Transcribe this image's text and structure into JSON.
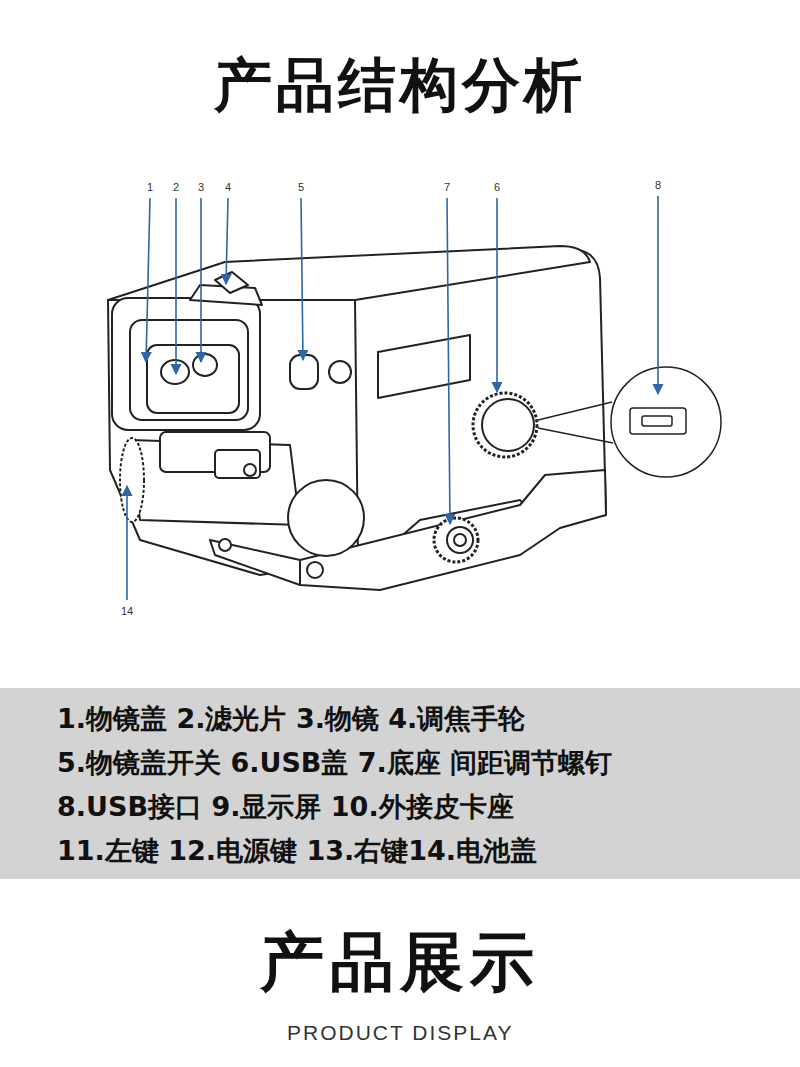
{
  "diagram": {
    "title": "产品结构分析",
    "nodes": [
      {
        "text": [
          "1.物镜盖 2.滤光片 3.物镜 4.调焦手轮",
          "5.物镜盖开关 6.USB盖 7.底座 间距调节螺钉",
          "8.USB接口 9.显示屏 10.外接皮卡座",
          "11.左键 12.电源键 13.右键14.电池盖"
        ]
      }
    ],
    "labels": [
      "1",
      "2",
      "3",
      "4",
      "5",
      "7",
      "6",
      "8",
      "14",
      "产品展示",
      "PRODUCT DISPLAY"
    ]
  }
}
